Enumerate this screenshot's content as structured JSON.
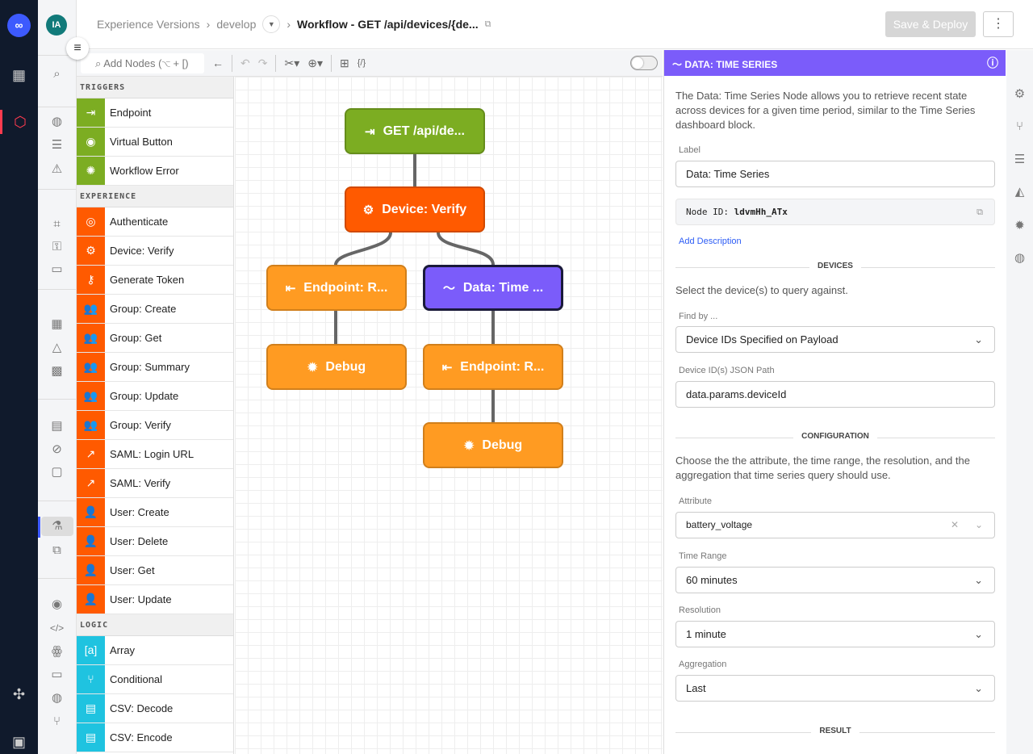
{
  "header": {
    "breadcrumb": [
      "Experience Versions",
      "develop",
      "Workflow - GET /api/devices/{de..."
    ],
    "save_label": "Save & Deploy",
    "more_label": "⋮"
  },
  "user": {
    "initials": "IA"
  },
  "toolbar": {
    "search_placeholder": "Add Nodes (⌥ + [)"
  },
  "palette": {
    "sections": [
      {
        "title": "TRIGGERS",
        "color": "#7cad22",
        "items": [
          [
            "Endpoint",
            "⇥"
          ],
          [
            "Virtual Button",
            "◉"
          ],
          [
            "Workflow Error",
            "✺"
          ]
        ]
      },
      {
        "title": "EXPERIENCE",
        "color": "#ff5a00",
        "items": [
          [
            "Authenticate",
            "◎"
          ],
          [
            "Device: Verify",
            "⚙"
          ],
          [
            "Generate Token",
            "⚷"
          ],
          [
            "Group: Create",
            "👥"
          ],
          [
            "Group: Get",
            "👥"
          ],
          [
            "Group: Summary",
            "👥"
          ],
          [
            "Group: Update",
            "👥"
          ],
          [
            "Group: Verify",
            "👥"
          ],
          [
            "SAML: Login URL",
            "↗"
          ],
          [
            "SAML: Verify",
            "↗"
          ],
          [
            "User: Create",
            "👤"
          ],
          [
            "User: Delete",
            "👤"
          ],
          [
            "User: Get",
            "👤"
          ],
          [
            "User: Update",
            "👤"
          ]
        ]
      },
      {
        "title": "LOGIC",
        "color": "#1fc3e0",
        "items": [
          [
            "Array",
            "[a]"
          ],
          [
            "Conditional",
            "⑂"
          ],
          [
            "CSV: Decode",
            "▤"
          ],
          [
            "CSV: Encode",
            "▤"
          ]
        ]
      }
    ]
  },
  "nodes": [
    {
      "label": "GET /api/de...",
      "color": "#7cad22",
      "icon": "⇥"
    },
    {
      "label": "Device: Verify",
      "color": "#ff5a00",
      "icon": "⚙"
    },
    {
      "label": "Endpoint: R...",
      "color": "#ff9b22",
      "icon": "⇤"
    },
    {
      "label": "Data: Time ...",
      "color": "#7b5cfa",
      "icon": "〜"
    },
    {
      "label": "Debug",
      "color": "#ff9b22",
      "icon": "✹"
    },
    {
      "label": "Endpoint: R...",
      "color": "#ff9b22",
      "icon": "⇤"
    },
    {
      "label": "Debug",
      "color": "#ff9b22",
      "icon": "✹"
    }
  ],
  "panel": {
    "title": "DATA: TIME SERIES",
    "description": "The Data: Time Series Node allows you to retrieve recent state across devices for a given time period, similar to the Time Series dashboard block.",
    "label_label": "Label",
    "label_value": "Data: Time Series",
    "node_id_prefix": "Node ID:",
    "node_id": "ldvmHh_ATx",
    "add_description": "Add Description",
    "devices_heading": "DEVICES",
    "devices_desc": "Select the device(s) to query against.",
    "find_by_label": "Find by ...",
    "find_by_value": "Device IDs Specified on Payload",
    "device_path_label": "Device ID(s) JSON Path",
    "device_path_value": "data.params.deviceId",
    "config_heading": "CONFIGURATION",
    "config_desc": "Choose the the attribute, the time range, the resolution, and the aggregation that time series query should use.",
    "attribute_label": "Attribute",
    "attribute_value": "battery_voltage",
    "time_range_label": "Time Range",
    "time_range_value": "60 minutes",
    "resolution_label": "Resolution",
    "resolution_value": "1 minute",
    "aggregation_label": "Aggregation",
    "aggregation_value": "Last",
    "result_heading": "RESULT"
  }
}
